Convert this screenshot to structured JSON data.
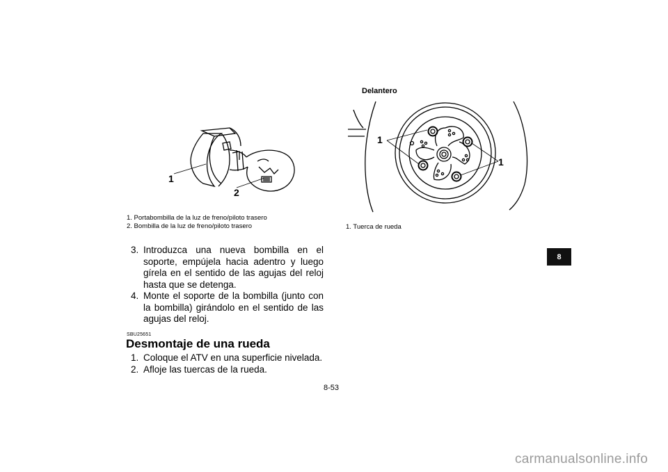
{
  "figure_bulb": {
    "callout_1": "1",
    "callout_2": "2",
    "captions": [
      "1.  Portabombilla de la luz de freno/piloto trasero",
      "2.  Bombilla de la luz de freno/piloto trasero"
    ]
  },
  "figure_wheel": {
    "title": "Delantero",
    "callout_left": "1",
    "callout_right": "1",
    "captions": [
      "1.  Tuerca de rueda"
    ]
  },
  "steps_bulb": [
    {
      "num": "3.",
      "text": "Introduzca una nueva bombilla en el soporte, empújela hacia adentro y luego gírela en el sentido de las agujas del reloj hasta que se detenga."
    },
    {
      "num": "4.",
      "text": "Monte el soporte de la bombilla (junto con la bombilla) girándolo en el sentido de las agujas del reloj."
    }
  ],
  "section": {
    "code": "SBU25651",
    "title": "Desmontaje de una rueda"
  },
  "steps_wheel": [
    {
      "num": "1.",
      "text": "Coloque el ATV en una superficie nivelada."
    },
    {
      "num": "2.",
      "text": "Afloje las tuercas de la rueda."
    }
  ],
  "chapter_tab": "8",
  "page_number": "8-53",
  "footer": "carmanualsonline.info"
}
